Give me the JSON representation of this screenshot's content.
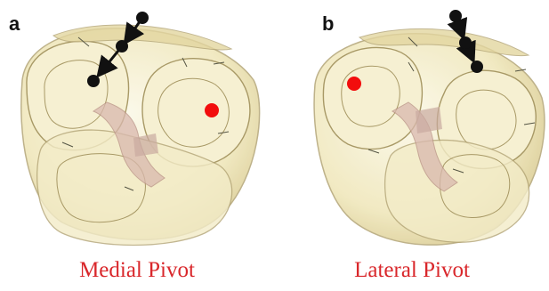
{
  "panels": [
    {
      "letter": "a",
      "caption": "Medial Pivot"
    },
    {
      "letter": "b",
      "caption": "Lateral Pivot"
    }
  ],
  "colors": {
    "caption": "#d9272b",
    "pivot_marker": "#f20d0d",
    "arrow_path": "#111111",
    "bone_fill": "#efe6b8",
    "bone_outline": "#b3a576",
    "ligament": "#c9a9a0"
  }
}
